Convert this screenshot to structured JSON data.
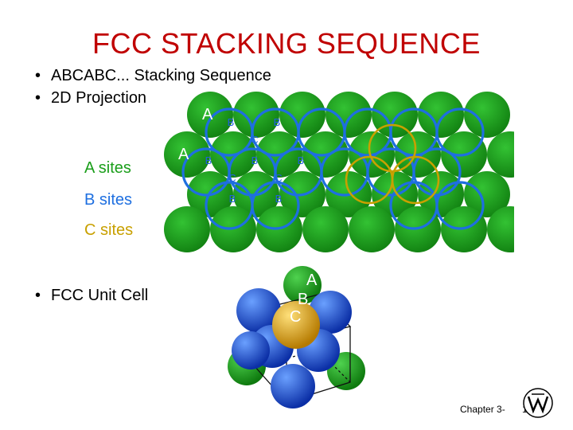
{
  "slide": {
    "title": "FCC STACKING SEQUENCE",
    "bullets": [
      "ABCABC... Stacking Sequence",
      "2D Projection"
    ],
    "bullet_bottom": "FCC Unit Cell",
    "bullet_glyph": "•"
  },
  "lattice": {
    "label_a_top": "A",
    "label_a_left": "A",
    "b_label": "B",
    "c_label": "C"
  },
  "legend": {
    "a_sites": "A sites",
    "b_sites": "B sites",
    "c_sites": "C sites"
  },
  "unit_cell": {
    "label_a": "A",
    "label_b": "B",
    "label_c": "C"
  },
  "footer": {
    "chapter": "Chapter 3-",
    "page": "11"
  },
  "colors": {
    "title": "#c00000",
    "a_sites": "#1a9e1a",
    "b_sites": "#1e6fe0",
    "c_sites": "#c8a000",
    "sphere_green": "#1f9a1f",
    "sphere_blue": "#1b55d6",
    "sphere_gold": "#e6a516"
  }
}
